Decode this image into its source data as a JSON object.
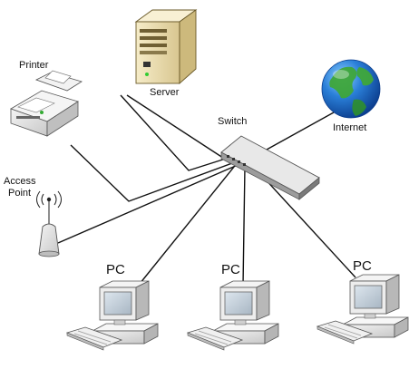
{
  "nodes": {
    "printer": {
      "label": "Printer",
      "icon": "printer-icon"
    },
    "server": {
      "label": "Server",
      "icon": "server-tower-icon"
    },
    "switch": {
      "label": "Switch",
      "icon": "network-switch-icon"
    },
    "internet": {
      "label": "Internet",
      "icon": "globe-icon"
    },
    "access_point": {
      "label_line1": "Access",
      "label_line2": "Point",
      "icon": "wireless-access-point-icon"
    },
    "pcs": [
      {
        "label": "PC",
        "icon": "desktop-computer-icon"
      },
      {
        "label": "PC",
        "icon": "desktop-computer-icon"
      },
      {
        "label": "PC",
        "icon": "desktop-computer-icon"
      }
    ]
  },
  "colors": {
    "link": "#111111",
    "globe_ocean": "#1f6fd0",
    "globe_land": "#3fa63a",
    "server_body": "#efe3b8",
    "pc_body": "#e9e9e9",
    "pc_screen": "#c9d3dc"
  }
}
